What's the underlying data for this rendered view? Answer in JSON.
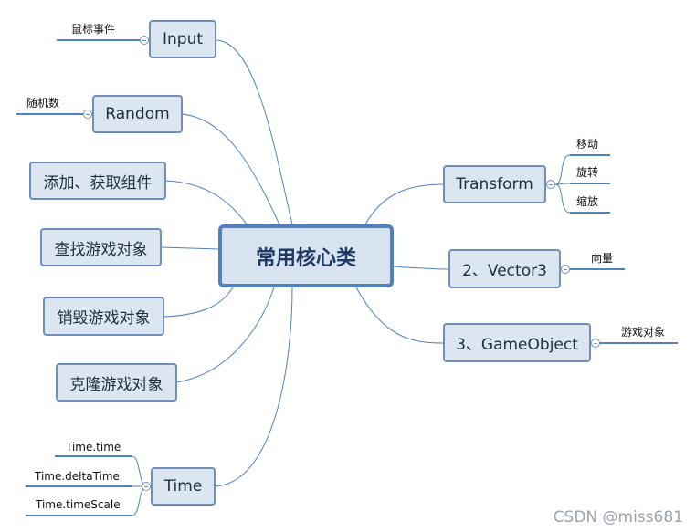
{
  "central": "常用核心类",
  "left_nodes": {
    "input": "Input",
    "random": "Random",
    "add_get_component": "添加、获取组件",
    "find_gameobject": "查找游戏对象",
    "destroy_gameobject": "销毁游戏对象",
    "clone_gameobject": "克隆游戏对象",
    "time": "Time"
  },
  "right_nodes": {
    "transform": "Transform",
    "vector3": "2、Vector3",
    "gameobject": "3、GameObject"
  },
  "leaves": {
    "input_mouse_event": "鼠标事件",
    "random_number": "随机数",
    "time_time": "Time.time",
    "time_deltatime": "Time.deltaTime",
    "time_timescale": "Time.timeScale",
    "transform_move": "移动",
    "transform_rotate": "旋转",
    "transform_scale": "缩放",
    "vector3_vector": "向量",
    "gameobject_gameobject": "游戏对象"
  },
  "watermark": "CSDN @miss681",
  "colors": {
    "accent": "#4f81bd",
    "node_fill": "#dce6f1",
    "line": "#4f81bd"
  }
}
